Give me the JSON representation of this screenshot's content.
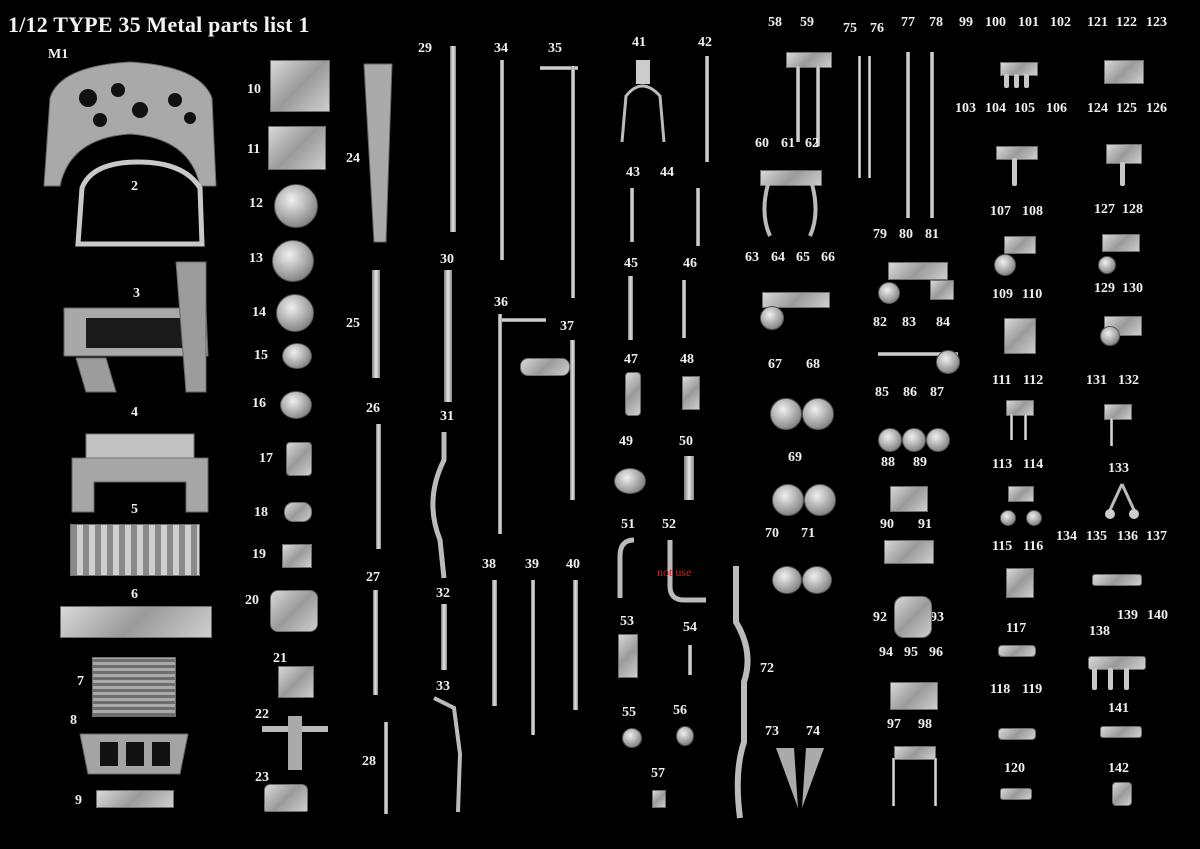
{
  "title": "1/12  TYPE 35  Metal parts list 1",
  "labels": {
    "M1": "M1",
    "p2": "2",
    "p3": "3",
    "p4": "4",
    "p5": "5",
    "p6": "6",
    "p7": "7",
    "p8": "8",
    "p9": "9",
    "p10": "10",
    "p11": "11",
    "p12": "12",
    "p13": "13",
    "p14": "14",
    "p15": "15",
    "p16": "16",
    "p17": "17",
    "p18": "18",
    "p19": "19",
    "p20": "20",
    "p21": "21",
    "p22": "22",
    "p23": "23",
    "p24": "24",
    "p25": "25",
    "p26": "26",
    "p27": "27",
    "p28": "28",
    "p29": "29",
    "p30": "30",
    "p31": "31",
    "p32": "32",
    "p33": "33",
    "p34": "34",
    "p35": "35",
    "p36": "36",
    "p37": "37",
    "p38": "38",
    "p39": "39",
    "p40": "40",
    "p41": "41",
    "p42": "42",
    "p43": "43",
    "p44": "44",
    "p45": "45",
    "p46": "46",
    "p47": "47",
    "p48": "48",
    "p49": "49",
    "p50": "50",
    "p51": "51",
    "p52": "52",
    "not_use": "not use",
    "p53": "53",
    "p54": "54",
    "p55": "55",
    "p56": "56",
    "p57": "57",
    "p58": "58",
    "p59": "59",
    "p60": "60",
    "p61": "61",
    "p62": "62",
    "p63": "63",
    "p64": "64",
    "p65": "65",
    "p66": "66",
    "p67": "67",
    "p68": "68",
    "p69": "69",
    "p70": "70",
    "p71": "71",
    "p72": "72",
    "p73": "73",
    "p74": "74",
    "p75": "75",
    "p76": "76",
    "p77": "77",
    "p78": "78",
    "p79": "79",
    "p80": "80",
    "p81": "81",
    "p82": "82",
    "p83": "83",
    "p84": "84",
    "p85": "85",
    "p86": "86",
    "p87": "87",
    "p88": "88",
    "p89": "89",
    "p90": "90",
    "p91": "91",
    "p92": "92",
    "p93": "93",
    "p94": "94",
    "p95": "95",
    "p96": "96",
    "p97": "97",
    "p98": "98",
    "p99": "99",
    "p100": "100",
    "p101": "101",
    "p102": "102",
    "p103": "103",
    "p104": "104",
    "p105": "105",
    "p106": "106",
    "p107": "107",
    "p108": "108",
    "p109": "109",
    "p110": "110",
    "p111": "111",
    "p112": "112",
    "p113": "113",
    "p114": "114",
    "p115": "115",
    "p116": "116",
    "p117": "117",
    "p118": "118",
    "p119": "119",
    "p120": "120",
    "p121": "121",
    "p122": "122",
    "p123": "123",
    "p124": "124",
    "p125": "125",
    "p126": "126",
    "p127": "127",
    "p128": "128",
    "p129": "129",
    "p130": "130",
    "p131": "131",
    "p132": "132",
    "p133": "133",
    "p134": "134",
    "p135": "135",
    "p136": "136",
    "p137": "137",
    "p138": "138",
    "p139": "139",
    "p140": "140",
    "p141": "141",
    "p142": "142"
  },
  "colors": {
    "background": "#000000",
    "label": "#f0f0f0",
    "not_use": "#d21c1c",
    "metal": "#bdbdbd"
  }
}
